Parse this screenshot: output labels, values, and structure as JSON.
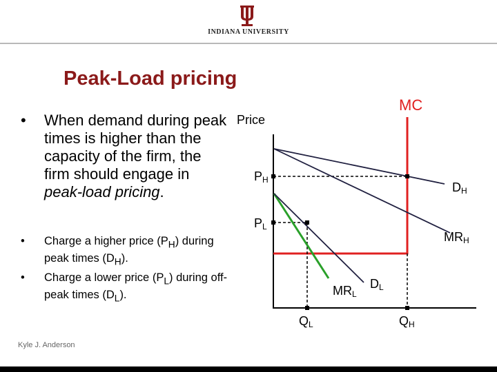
{
  "header": {
    "university": "INDIANA UNIVERSITY",
    "logo_icon": "iu-trident-logo",
    "accent": "#8b1a1a"
  },
  "slide": {
    "title": "Peak-Load pricing",
    "main_bullet": {
      "symbol": "•",
      "before": "When demand during peak times is higher than the capacity of the firm, the firm should engage in ",
      "emphasis": "peak-load pricing",
      "after": "."
    },
    "sub_bullets": [
      {
        "symbol": "•",
        "t1": "Charge a higher price (P",
        "s1": "H",
        "t2": ") during peak times (D",
        "s2": "H",
        "t3": ")."
      },
      {
        "symbol": "•",
        "t1": "Charge a lower price (P",
        "s1": "L",
        "t2": ") during off-peak times (D",
        "s2": "L",
        "t3": ")."
      }
    ],
    "author": "Kyle J. Anderson"
  },
  "diagram": {
    "axis_title": "Price",
    "mc_label": "MC",
    "ph": {
      "main": "P",
      "sub": "H"
    },
    "pl": {
      "main": "P",
      "sub": "L"
    },
    "dh": {
      "main": "D",
      "sub": "H"
    },
    "mrh": {
      "main": "MR",
      "sub": "H"
    },
    "mrl": {
      "main": "MR",
      "sub": "L"
    },
    "dl": {
      "main": "D",
      "sub": "L"
    },
    "ql": {
      "main": "Q",
      "sub": "L"
    },
    "qh": {
      "main": "Q",
      "sub": "H"
    },
    "colors": {
      "mc": "#e02020",
      "marginal_revenue": "#2aa02a",
      "demand": "#202040",
      "axis": "#000000"
    }
  }
}
